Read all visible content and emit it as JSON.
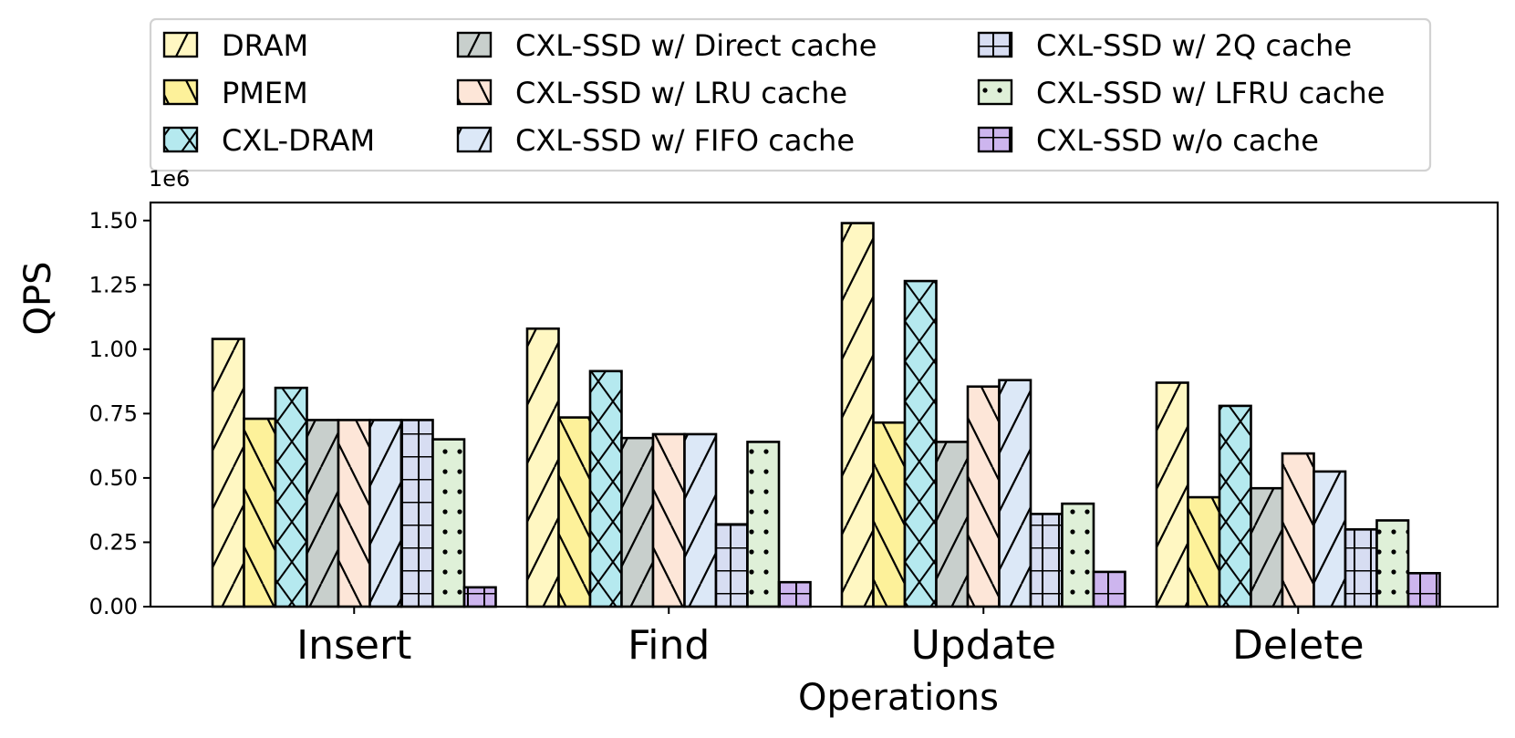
{
  "chart_data": {
    "type": "bar",
    "categories": [
      "Insert",
      "Find",
      "Update",
      "Delete"
    ],
    "ylabel": "QPS",
    "xlabel": "Operations",
    "offset_label": "1e6",
    "ylim": [
      0,
      1.57
    ],
    "yticks": [
      "0.00",
      "0.25",
      "0.50",
      "0.75",
      "1.00",
      "1.25",
      "1.50"
    ],
    "grid": false,
    "legend_position": "top (outside, 3 columns)",
    "series": [
      {
        "name": "DRAM",
        "values": [
          1.04,
          1.08,
          1.49,
          0.87
        ],
        "color": "#fff7c2",
        "hatch": "slash"
      },
      {
        "name": "PMEM",
        "values": [
          0.73,
          0.735,
          0.715,
          0.425
        ],
        "color": "#fdf19a",
        "hatch": "backslash"
      },
      {
        "name": "CXL-DRAM",
        "values": [
          0.85,
          0.915,
          1.265,
          0.78
        ],
        "color": "#b5e9ef",
        "hatch": "cross"
      },
      {
        "name": "CXL-SSD w/ Direct cache",
        "values": [
          0.725,
          0.655,
          0.64,
          0.46
        ],
        "color": "#c8cfcc",
        "hatch": "slash"
      },
      {
        "name": "CXL-SSD w/ LRU cache",
        "values": [
          0.725,
          0.67,
          0.855,
          0.595
        ],
        "color": "#fde6d8",
        "hatch": "backslash"
      },
      {
        "name": "CXL-SSD w/ FIFO cache",
        "values": [
          0.725,
          0.67,
          0.88,
          0.525
        ],
        "color": "#dce8f7",
        "hatch": "slash"
      },
      {
        "name": "CXL-SSD w/ 2Q cache",
        "values": [
          0.725,
          0.32,
          0.36,
          0.3
        ],
        "color": "#d7ddf2",
        "hatch": "grid"
      },
      {
        "name": "CXL-SSD w/ LFRU cache",
        "values": [
          0.65,
          0.64,
          0.4,
          0.335
        ],
        "color": "#dff0d8",
        "hatch": "dots"
      },
      {
        "name": "CXL-SSD w/o cache",
        "values": [
          0.075,
          0.095,
          0.135,
          0.13
        ],
        "color": "#cdb5ee",
        "hatch": "grid"
      }
    ]
  }
}
